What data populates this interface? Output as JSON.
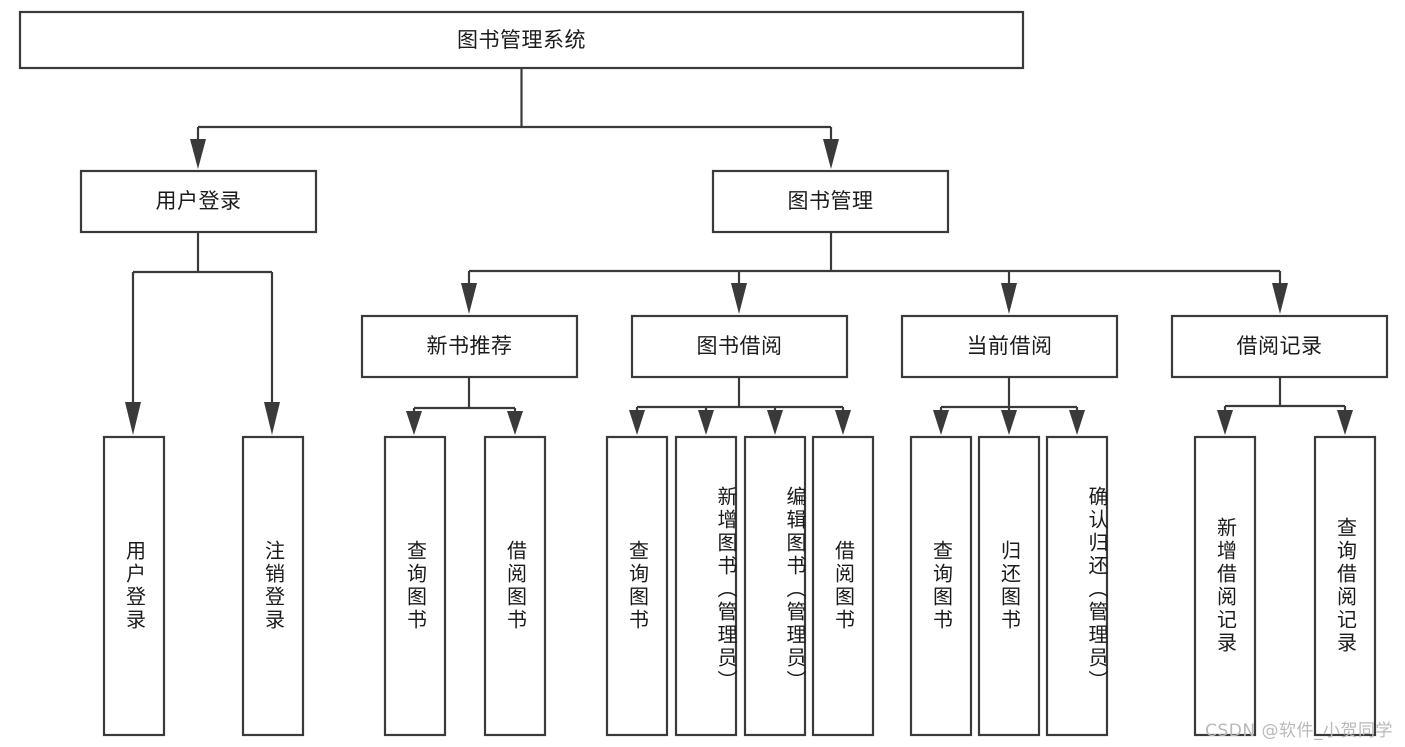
{
  "diagram": {
    "title": "图书管理系统",
    "watermark": "CSDN @软件_小贺同学",
    "stroke_color": "#3a3a3a",
    "text_color": "#1b1b1b",
    "background_color": "#ffffff",
    "root": {
      "label": "图书管理系统"
    },
    "level2": [
      {
        "label": "用户登录"
      },
      {
        "label": "图书管理"
      }
    ],
    "level3": [
      {
        "label": "新书推荐"
      },
      {
        "label": "图书借阅"
      },
      {
        "label": "当前借阅"
      },
      {
        "label": "借阅记录"
      }
    ],
    "leaves": {
      "user_login": [
        {
          "label": "用户登录"
        },
        {
          "label": "注销登录"
        }
      ],
      "new_book_recommend": [
        {
          "label": "查询图书"
        },
        {
          "label": "借阅图书"
        }
      ],
      "book_borrow": [
        {
          "label": "查询图书"
        },
        {
          "label": "新增图书（管理员）"
        },
        {
          "label": "编辑图书（管理员）"
        },
        {
          "label": "借阅图书"
        }
      ],
      "current_borrow": [
        {
          "label": "查询图书"
        },
        {
          "label": "归还图书"
        },
        {
          "label": "确认归还（管理员）"
        }
      ],
      "borrow_record": [
        {
          "label": "新增借阅记录"
        },
        {
          "label": "查询借阅记录"
        }
      ]
    }
  }
}
